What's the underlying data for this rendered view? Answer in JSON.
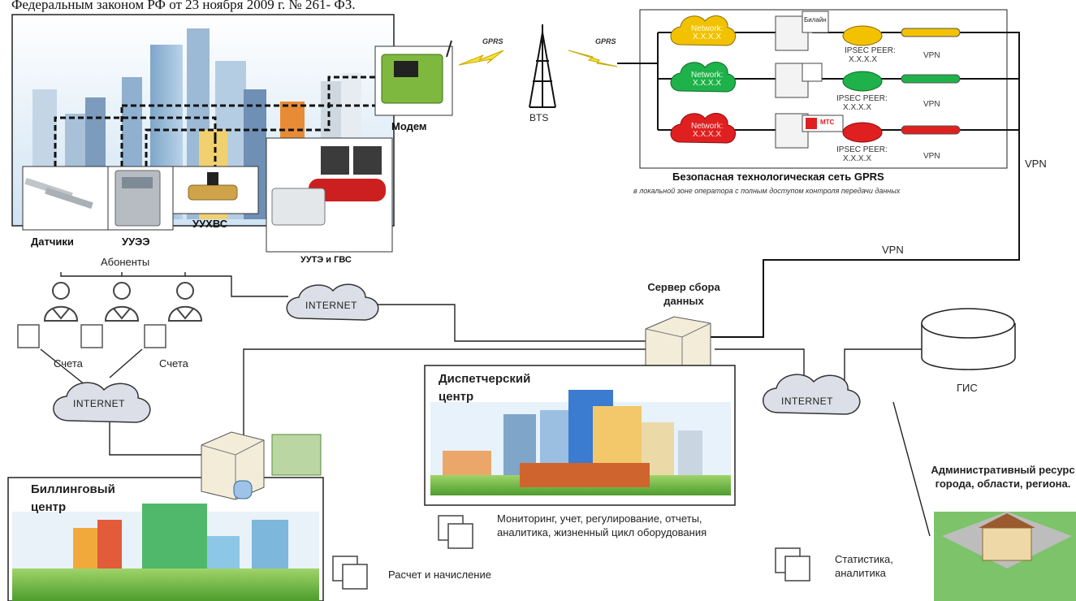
{
  "header": {
    "top_text": "Федеральным законом РФ от 23 ноября 2009 г. № 261- ФЗ."
  },
  "city_panel": {
    "devices": {
      "sensors": "Датчики",
      "electricity_meter": "УУЭЭ",
      "water_meter": "УУХВС",
      "heat_meter": "УУТЭ и ГВС",
      "modem": "Модем"
    }
  },
  "radio": {
    "gprs_left": "GPRS",
    "gprs_right": "GPRS",
    "bts": "BTS"
  },
  "gprs_network": {
    "operators": [
      {
        "cloud_label": "Network:",
        "cloud_value": "X.X.X.X",
        "peer": "IPSEC PEER:",
        "peer_value": "X.X.X.X",
        "vpn": "VPN",
        "logo_text": "Билайн",
        "color": "#f2c200"
      },
      {
        "cloud_label": "Network:",
        "cloud_value": "X.X.X.X",
        "peer": "IPSEC PEER:",
        "peer_value": "X.X.X.X",
        "vpn": "VPN",
        "logo_text": "",
        "color": "#1fb24a"
      },
      {
        "cloud_label": "Network:",
        "cloud_value": "X.X.X.X",
        "peer": "IPSEC PEER:",
        "peer_value": "X.X.X.X",
        "vpn": "VPN",
        "logo_text": "МТС",
        "color": "#e02020"
      }
    ],
    "title": "Безопасная технологическая сеть GPRS",
    "subtitle": "в локальной зоне оператора с полным доступом контроля передачи данных",
    "vpn_right": "VPN",
    "vpn_center": "VPN"
  },
  "subscribers": {
    "title": "Абоненты",
    "bills_left": "Счета",
    "bills_right": "Счета"
  },
  "internet": {
    "top": "INTERNET",
    "left": "INTERNET",
    "right": "INTERNET"
  },
  "server": {
    "label": "Сервер сбора данных"
  },
  "gis": {
    "label": "ГИС"
  },
  "dispatch": {
    "title": "Диспетчерский центр",
    "caption": "Мониторинг, учет, регулирование, отчеты, аналитика, жизненный цикл оборудования"
  },
  "billing": {
    "title": "Биллинговый центр",
    "caption": "Расчет и начисление"
  },
  "admin": {
    "title": "Административный ресурс города, области, региона.",
    "caption": "Статистика, аналитика"
  },
  "colors": {
    "yellow": "#f2c200",
    "green": "#1fb24a",
    "red": "#e02020",
    "cloud": "#dcdfe8",
    "sky": "#cfe6f7"
  }
}
